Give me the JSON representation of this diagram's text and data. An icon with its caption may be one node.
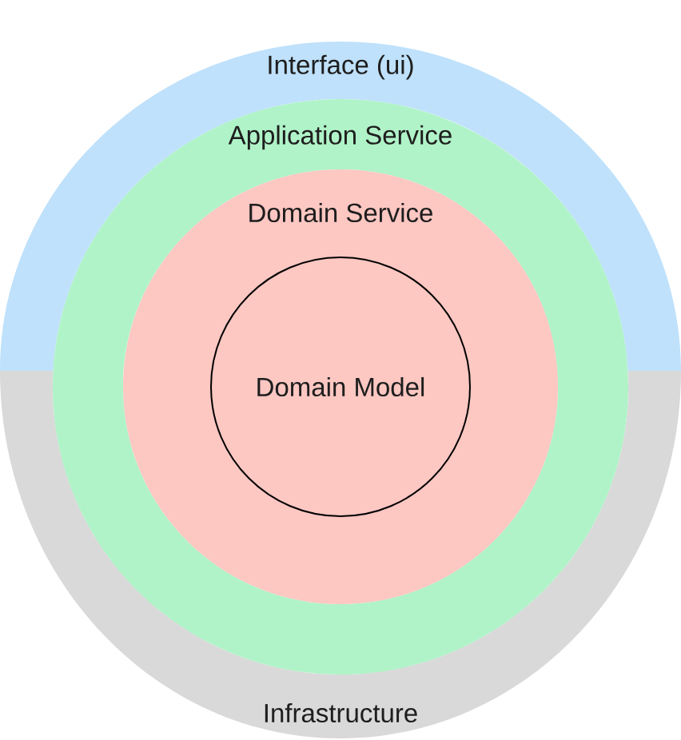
{
  "diagram": {
    "nodes": [
      {
        "text": [
          "Interface (ui)"
        ]
      },
      {
        "text": [
          "Application Service"
        ]
      },
      {
        "text": [
          "Domain Service"
        ],
        "in": 1
      },
      {
        "text": [
          "Domain Model"
        ],
        "in": 2
      },
      {
        "text": [
          "Infrastructure"
        ]
      }
    ]
  }
}
